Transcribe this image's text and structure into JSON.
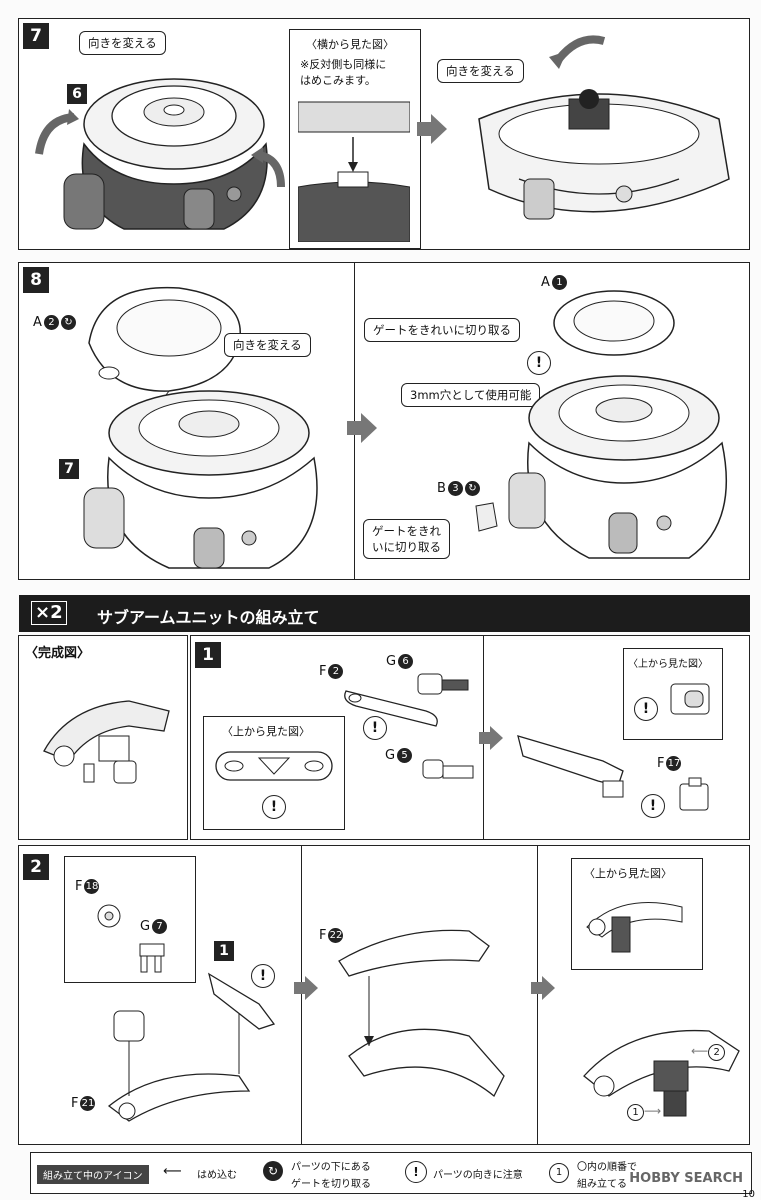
{
  "step7": {
    "num": "7",
    "part_ref": "6",
    "callout_turn1": "向きを変える",
    "callout_turn2": "向きを変える",
    "side_view_title": "〈横から見た図〉",
    "side_view_note1": "※反対側も同様に",
    "side_view_note2": "はめこみます。"
  },
  "step8": {
    "num": "8",
    "part_a2": "A",
    "part_a2_num": "2",
    "callout_turn": "向きを変える",
    "part_ref": "7",
    "part_a1": "A",
    "part_a1_num": "1",
    "gate_note": "ゲートをきれいに切り取る",
    "hole_note": "3mm穴として使用可能",
    "part_b3": "B",
    "part_b3_num": "3",
    "gate_note2_line1": "ゲートをきれ",
    "gate_note2_line2": "いに切り取る"
  },
  "section": {
    "count": "×2",
    "title": "サブアームユニットの組み立て"
  },
  "complete": {
    "title": "〈完成図〉"
  },
  "sub1": {
    "num": "1",
    "f2": "F",
    "f2_num": "2",
    "g6": "G",
    "g6_num": "6",
    "g5": "G",
    "g5_num": "5",
    "top_view": "〈上から見た図〉",
    "top_view2": "〈上から見た図〉",
    "f17": "F",
    "f17_num": "17"
  },
  "sub2": {
    "num": "2",
    "f18": "F",
    "f18_num": "18",
    "g7": "G",
    "g7_num": "7",
    "ref1": "1",
    "f21": "F",
    "f21_num": "21",
    "f22": "F",
    "f22_num": "22",
    "top_view": "〈上から見た図〉",
    "arrow2": "2",
    "arrow1": "1"
  },
  "legend": {
    "label": "組み立て中のアイコン",
    "insert": "はめ込む",
    "gate_line1": "パーツの下にある",
    "gate_line2": "ゲートを切り取る",
    "orientation": "パーツの向きに注意",
    "order_line1": "〇内の順番で",
    "order_line2": "組み立てる",
    "order_num": "1"
  },
  "footer": {
    "watermark": "HOBBY SEARCH",
    "page": "10"
  }
}
